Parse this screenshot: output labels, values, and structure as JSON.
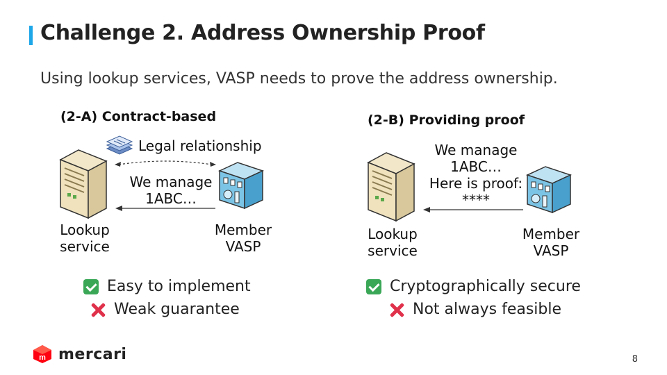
{
  "title": "Challenge 2. Address Ownership Proof",
  "subtitle": "Using lookup services, VASP needs to prove the address ownership.",
  "left": {
    "heading": "(2-A) Contract-based",
    "relationship": "Legal relationship",
    "message_line1": "We manage",
    "message_line2": "1ABC…",
    "lookup_line1": "Lookup",
    "lookup_line2": "service",
    "member_line1": "Member",
    "member_line2": "VASP",
    "pro": "Easy to implement",
    "con": "Weak guarantee"
  },
  "right": {
    "heading": "(2-B) Providing proof",
    "message_line1": "We manage",
    "message_line2": "1ABC…",
    "message_line3": "Here is proof:",
    "message_line4": "****",
    "lookup_line1": "Lookup",
    "lookup_line2": "service",
    "member_line1": "Member",
    "member_line2": "VASP",
    "pro": "Cryptographically secure",
    "con": "Not always feasible"
  },
  "footer": {
    "brand": "mercari",
    "logo_glyph": "m",
    "page": "8"
  },
  "icons": [
    "check-icon",
    "cross-icon",
    "server-icon",
    "building-icon",
    "documents-icon",
    "mercari-logo-icon"
  ],
  "colors": {
    "accent": "#1ea7e8",
    "check": "#3aa757",
    "cross": "#e0314b",
    "brand": "#ff0211"
  }
}
